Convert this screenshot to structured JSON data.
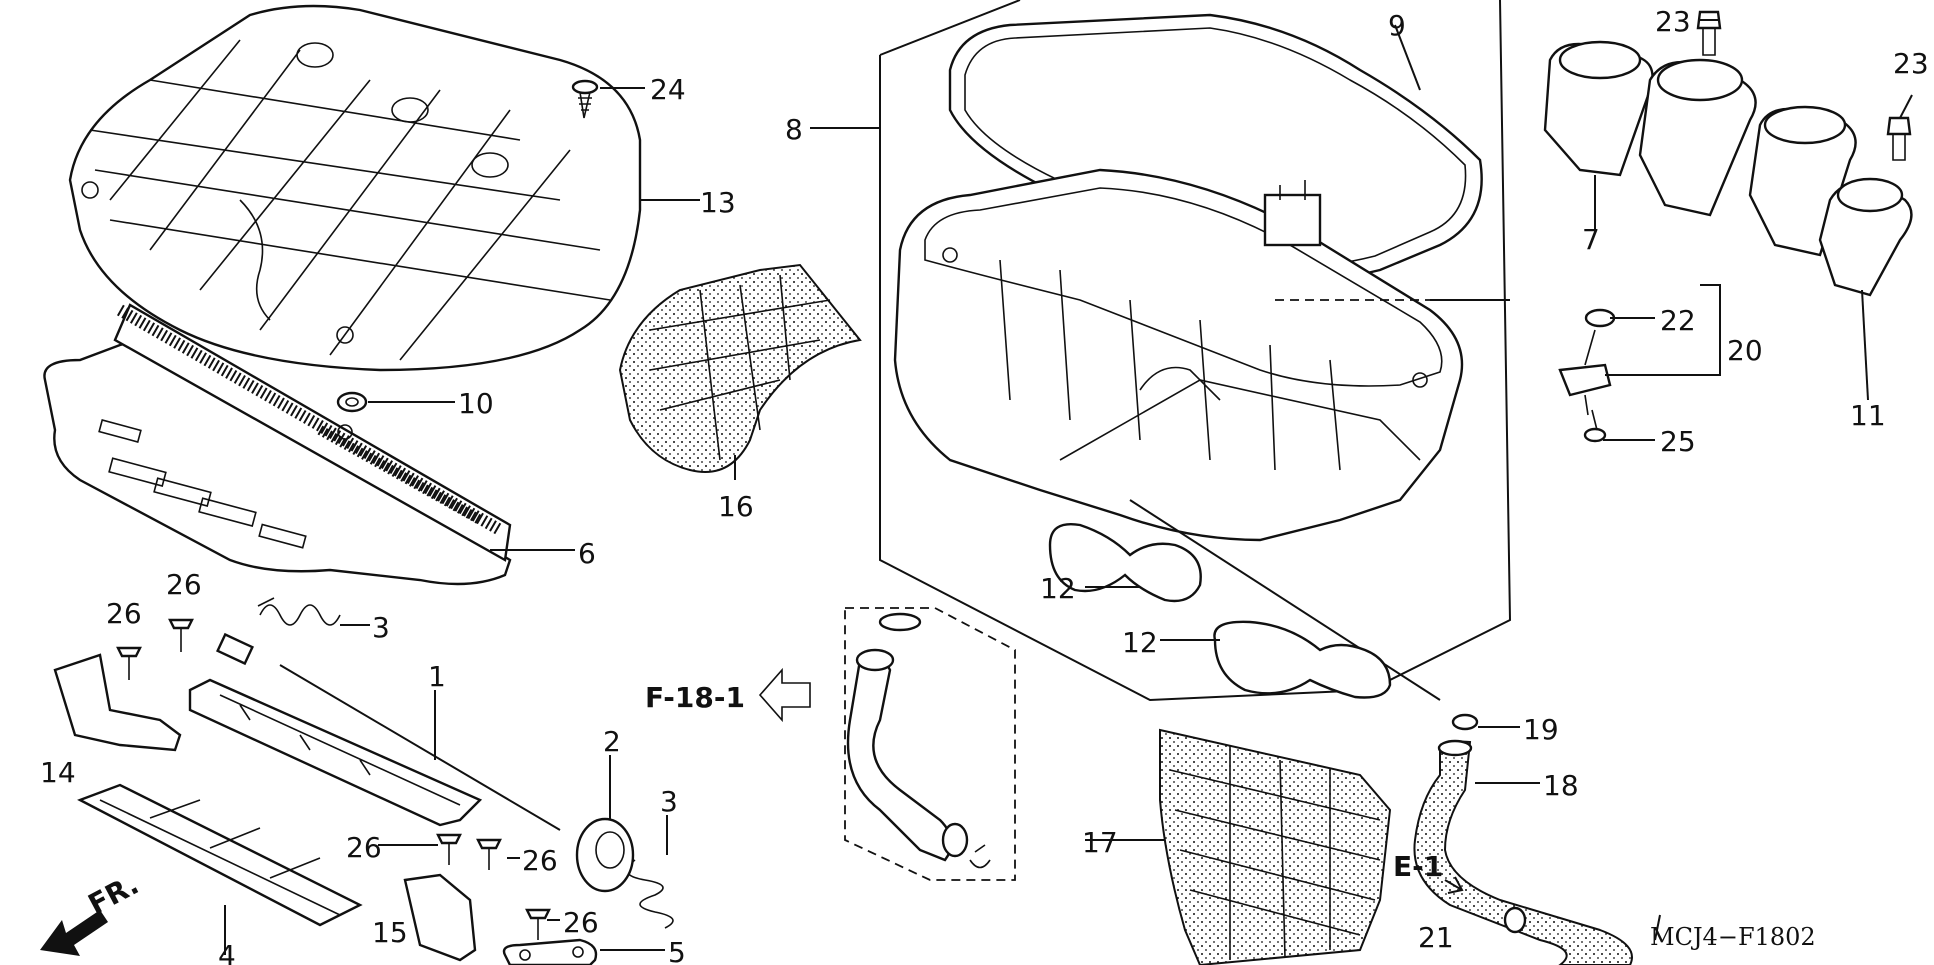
{
  "diagram": {
    "drawing_code": "MCJ4−F1802",
    "fr_label": "FR.",
    "refs": {
      "f18": "F-18-1",
      "e1": "E-1"
    },
    "callouts": {
      "c1": "1",
      "c2": "2",
      "c3a": "3",
      "c3b": "3",
      "c4": "4",
      "c5": "5",
      "c6": "6",
      "c7": "7",
      "c8": "8",
      "c9": "9",
      "c10": "10",
      "c11": "11",
      "c12a": "12",
      "c12b": "12",
      "c13": "13",
      "c14": "14",
      "c15": "15",
      "c16": "16",
      "c17": "17",
      "c18": "18",
      "c19": "19",
      "c20": "20",
      "c21": "21",
      "c22": "22",
      "c23a": "23",
      "c23b": "23",
      "c24": "24",
      "c25": "25",
      "c26a": "26",
      "c26b": "26",
      "c26c": "26",
      "c26d": "26",
      "c26e": "26"
    }
  }
}
